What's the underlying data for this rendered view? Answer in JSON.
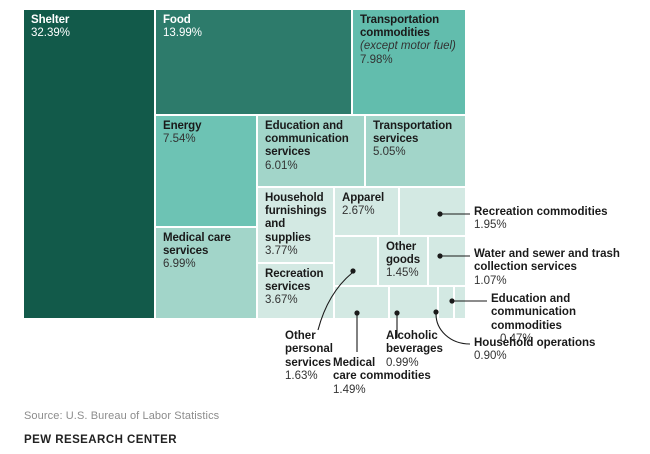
{
  "chart_data": {
    "type": "treemap",
    "title": "",
    "xlabel": "",
    "ylabel": "",
    "unit": "percent",
    "categories": [
      "Shelter",
      "Food",
      "Transportation commodities (except motor fuel)",
      "Energy",
      "Education and communication services",
      "Transportation services",
      "Medical care services",
      "Household furnishings and supplies",
      "Recreation services",
      "Apparel",
      "Other goods",
      "Recreation commodities",
      "Other personal services",
      "Medical care commodities",
      "Water and sewer and trash collection services",
      "Alcoholic beverages",
      "Education and communication commodities",
      "Household operations"
    ],
    "values": [
      32.39,
      13.99,
      7.98,
      7.54,
      6.01,
      5.05,
      6.99,
      3.77,
      3.67,
      2.67,
      1.45,
      1.95,
      1.63,
      1.49,
      1.07,
      0.99,
      0.47,
      0.9
    ],
    "legend_position": "none",
    "grid": false
  },
  "palette": {
    "shelter": "#125a4a",
    "food": "#2d7b6b",
    "transport_commodities": "#62bdad",
    "energy": "#6dc3b4",
    "medical_services": "#a2d5c9",
    "education_services": "#a2d5c9",
    "transport_services": "#a2d5c9",
    "small_tile": "#d3e9e3",
    "leader": "#1a1a1a",
    "source_text": "#8c8c8c"
  },
  "tiles": [
    {
      "name": "Shelter",
      "value": "32.39%",
      "note": ""
    },
    {
      "name": "Food",
      "value": "13.99%",
      "note": ""
    },
    {
      "name": "Transportation commodities",
      "value": "7.98%",
      "note": "(except motor fuel)"
    },
    {
      "name": "Energy",
      "value": "7.54%",
      "note": ""
    },
    {
      "name": "Education and communication services",
      "value": "6.01%",
      "note": ""
    },
    {
      "name": "Transportation services",
      "value": "5.05%",
      "note": ""
    },
    {
      "name": "Medical care services",
      "value": "6.99%",
      "note": ""
    },
    {
      "name": "Household furnishings and supplies",
      "value": "3.77%",
      "note": ""
    },
    {
      "name": "Recreation services",
      "value": "3.67%",
      "note": ""
    },
    {
      "name": "Apparel",
      "value": "2.67%",
      "note": ""
    },
    {
      "name": "Other goods",
      "value": "1.45%",
      "note": ""
    }
  ],
  "callouts": [
    {
      "name": "Recreation commodities",
      "value": "1.95%"
    },
    {
      "name": "Water and sewer and trash\ncollection services",
      "value": "1.07%"
    },
    {
      "name": "Education and communication\ncommodities",
      "value": "0.47%"
    },
    {
      "name": "Household operations",
      "value": "0.90%"
    },
    {
      "name": "Other\npersonal\nservices",
      "value": "1.63%"
    },
    {
      "name": "Medical\ncare commodities",
      "value": "1.49%"
    },
    {
      "name": "Alcoholic\nbeverages",
      "value": "0.99%"
    }
  ],
  "footer": {
    "source": "Source: U.S. Bureau of Labor Statistics",
    "brand": "PEW RESEARCH CENTER"
  }
}
